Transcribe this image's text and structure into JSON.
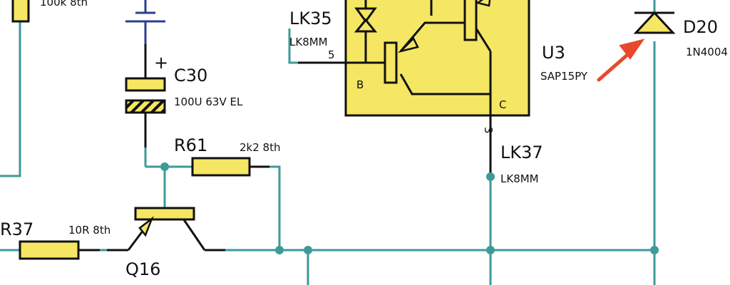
{
  "colors": {
    "wire": "#3e9a96",
    "lead": "#111111",
    "body_fill": "#f5e663",
    "battery": "#2b3f8f",
    "arrow": "#e8482c"
  },
  "components": {
    "r_top": {
      "value": "100k 8th"
    },
    "c30": {
      "ref": "C30",
      "value": "100U 63V EL",
      "polarity": "+"
    },
    "r61": {
      "ref": "R61",
      "value": "2k2 8th"
    },
    "r37": {
      "ref": "R37",
      "value": "10R 8th"
    },
    "q16": {
      "ref": "Q16"
    },
    "lk35": {
      "ref": "LK35",
      "value": "LK8MM",
      "pin": "5"
    },
    "lk37": {
      "ref": "LK37",
      "value": "LK8MM",
      "pin": "3"
    },
    "u3": {
      "ref": "U3",
      "value": "SAP15PY",
      "pin_b": "B",
      "pin_c": "C"
    },
    "d20": {
      "ref": "D20",
      "value": "1N4004"
    }
  }
}
